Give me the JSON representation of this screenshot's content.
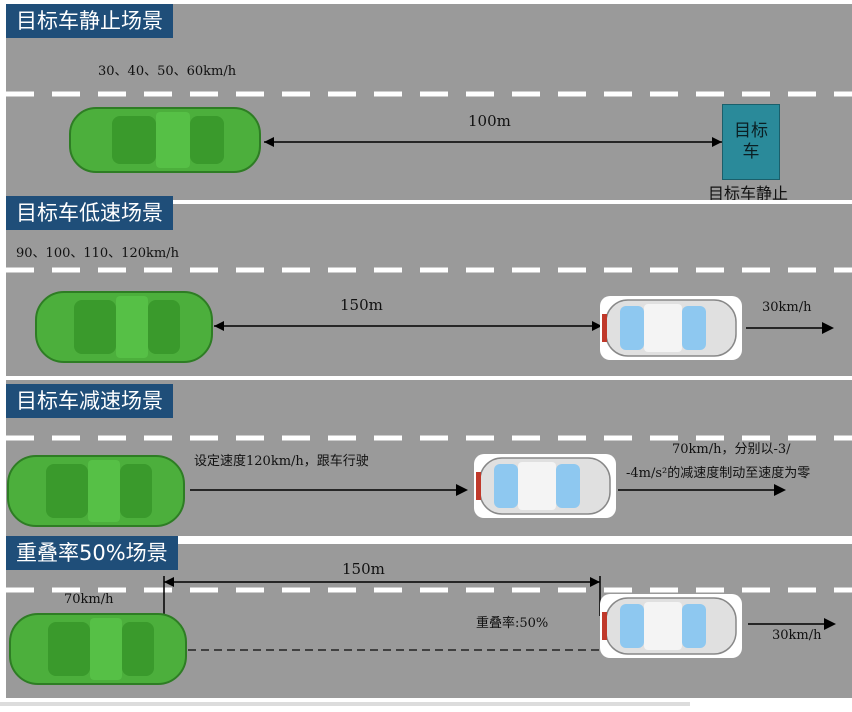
{
  "scenarios": [
    {
      "title": "目标车静止场景",
      "speeds": "30、40、50、60km/h",
      "distance": "100m",
      "target_box": "目标\n车",
      "target_label": "目标车静止"
    },
    {
      "title": "目标车低速场景",
      "speeds": "90、100、110、120km/h",
      "distance": "150m",
      "target_speed": "30km/h"
    },
    {
      "title": "目标车减速场景",
      "follow_text": "设定速度120km/h，跟车行驶",
      "decel_line1": "70km/h，分别以-3/",
      "decel_line2": "-4m/s²的减速度制动至速度为零"
    },
    {
      "title": "重叠率50%场景",
      "ego_speed": "70km/h",
      "distance": "150m",
      "overlap": "重叠率:50%",
      "target_speed": "30km/h"
    }
  ],
  "colors": {
    "road": "#9a9a9a",
    "tag_bg": "#1f4e79",
    "ego_car": "#4caf3c",
    "target_car": "#e8e8e8",
    "target_box": "#2a8a9a",
    "lane_mark": "#ffffff"
  }
}
